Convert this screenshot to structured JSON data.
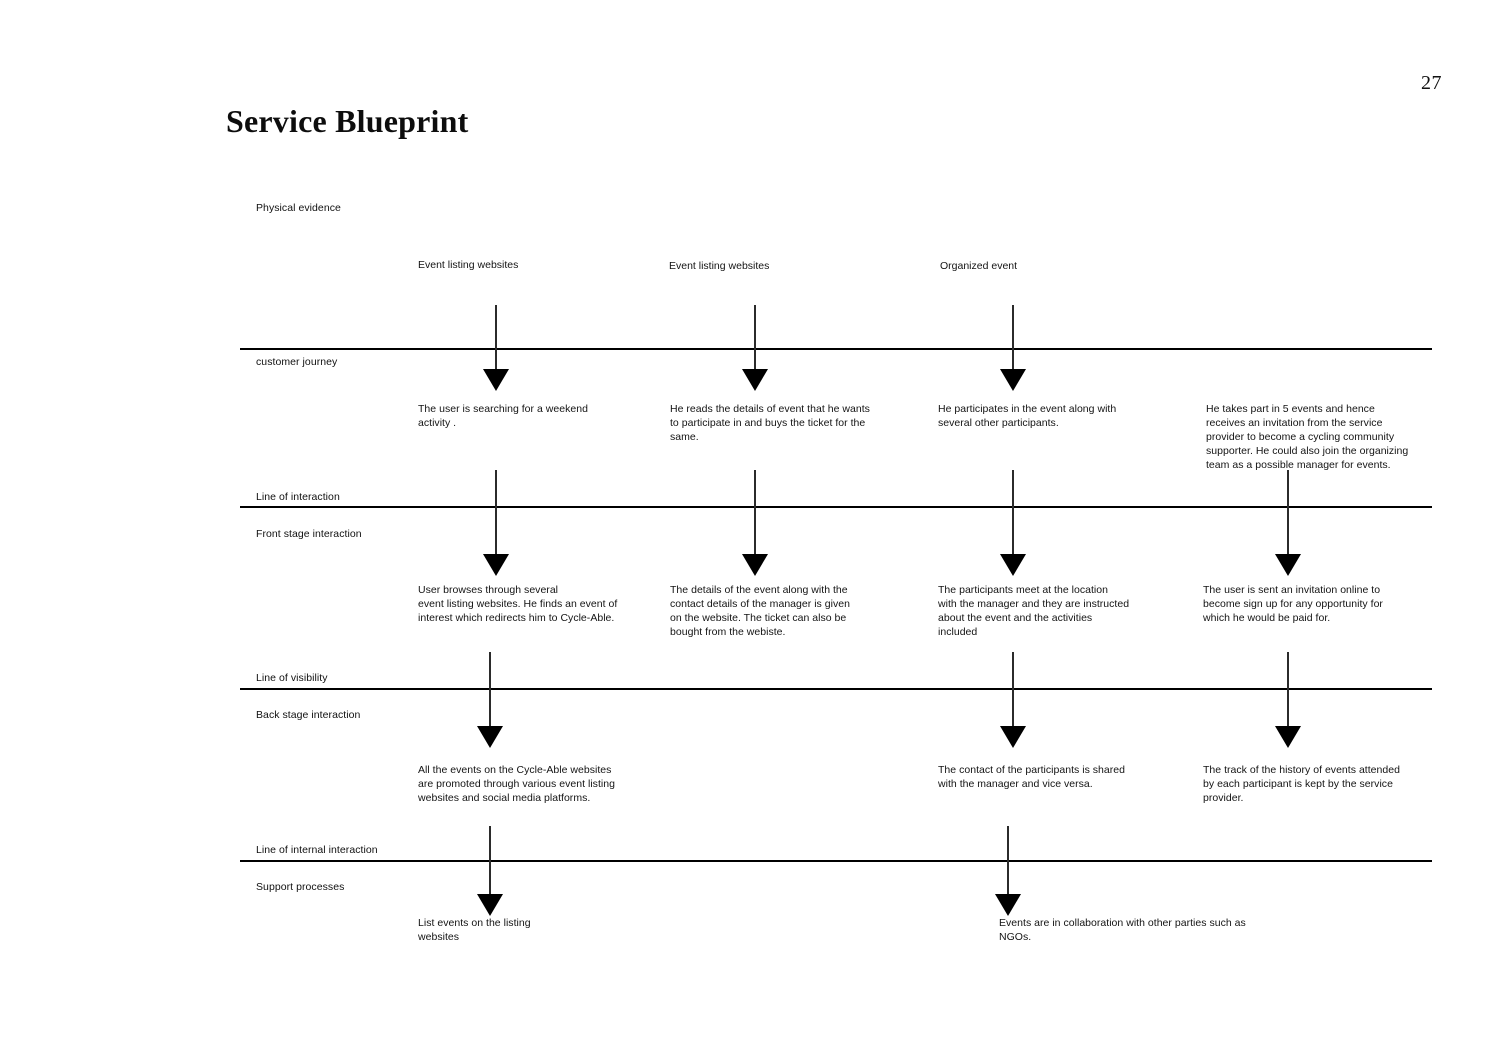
{
  "page": {
    "number": "27",
    "title": "Service Blueprint"
  },
  "rows": [
    {
      "key": "physical_evidence",
      "label": "Physical evidence"
    },
    {
      "key": "customer_journey",
      "label": "customer journey"
    },
    {
      "key": "line_of_interaction",
      "label": "Line of interaction"
    },
    {
      "key": "front_stage",
      "label": "Front stage interaction"
    },
    {
      "key": "line_of_visibility",
      "label": "Line of visibility"
    },
    {
      "key": "back_stage",
      "label": "Back stage interaction"
    },
    {
      "key": "line_of_internal_interaction",
      "label": "Line of internal interaction"
    },
    {
      "key": "support_processes",
      "label": "Support processes"
    }
  ],
  "physical_evidence": {
    "items": [
      "Event listing websites",
      "Event listing websites",
      "Organized event"
    ]
  },
  "customer_journey": {
    "items": [
      "The user is searching for a weekend\nactivity .",
      "He reads the details of event that he wants\nto participate in and buys the ticket for the\nsame.",
      "He participates in the event along with\nseveral other participants.",
      "He takes part in 5 events and hence\nreceives an invitation from the service\nprovider to become a cycling community\nsupporter. He could also join the organizing\n team as a possible manager for events."
    ]
  },
  "front_stage": {
    "items": [
      "User browses through several\nevent listing websites. He finds an event of\ninterest which redirects him to Cycle-Able.",
      "The details of the event along with the\ncontact details of the manager is given\non the website. The ticket can also be\nbought from the webiste.",
      "The participants meet at the location\nwith the manager and they are instructed\nabout the event and the activities\nincluded",
      "The user is sent an invitation online to\nbecome sign up for any opportunity for\nwhich he would be paid for."
    ]
  },
  "back_stage": {
    "items": [
      "All the events on the Cycle-Able websites\nare promoted through various event listing\nwebsites and social media platforms.",
      "The contact of the participants is shared\nwith the manager and vice versa.",
      "The track of the history of events attended\nby each participant is kept by the service\nprovider."
    ]
  },
  "support_processes": {
    "items": [
      "List events on the listing\nwebsites",
      "Events are in collaboration with other parties such as\nNGOs."
    ]
  },
  "colors": {
    "ink": "#111111",
    "line": "#000000",
    "arrow": "#2b2b2b",
    "background": "#ffffff"
  }
}
